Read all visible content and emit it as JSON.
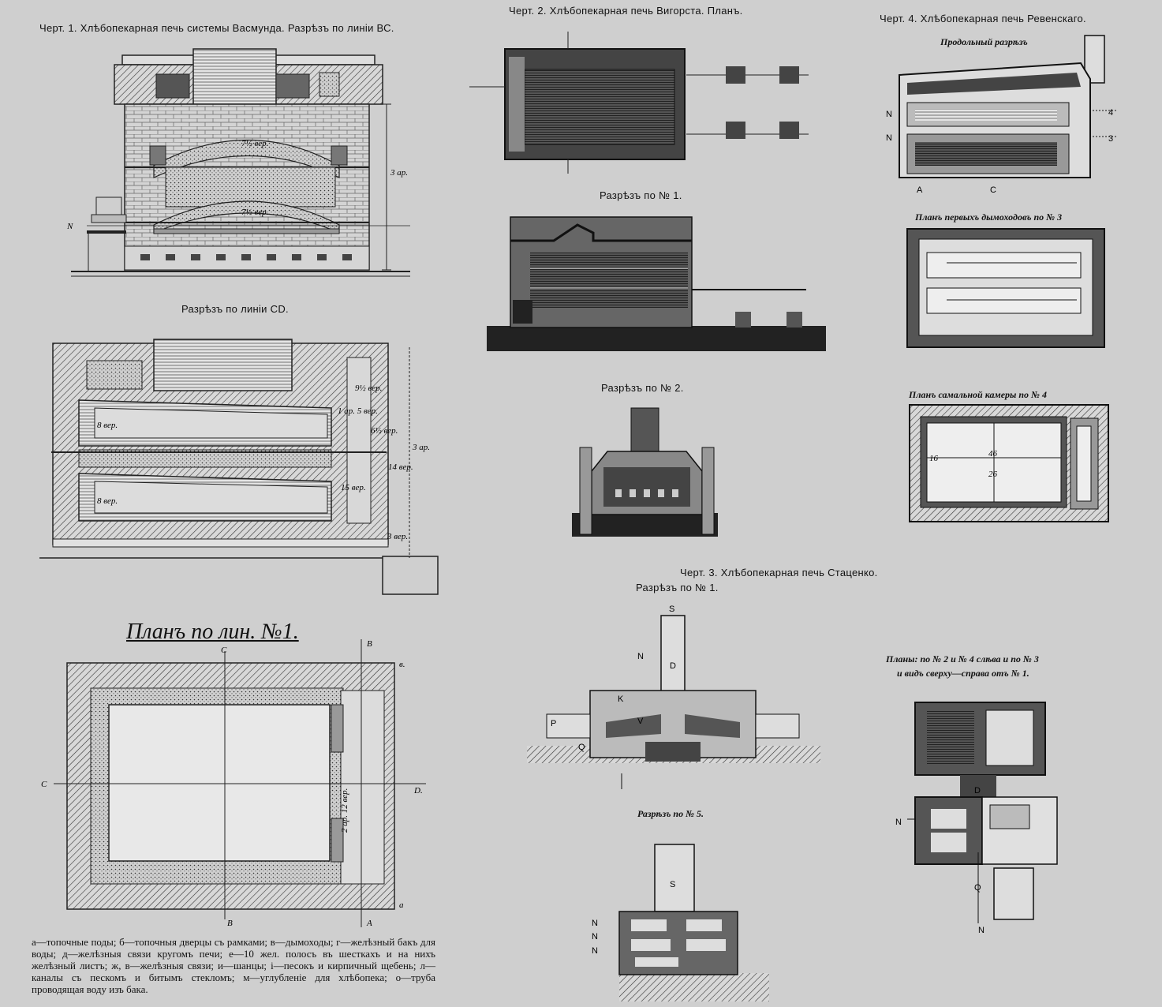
{
  "captions": {
    "fig1_title": "Черт. 1. Хлѣбопекарная печь системы Васмунда. Разрѣзъ по линіи ВС.",
    "fig1_cd": "Разрѣзъ по линіи CD.",
    "fig1_plan": "Планъ по лин. №1.",
    "fig2_title": "Черт. 2. Хлѣбопекарная печь Вигорста. Планъ.",
    "fig2_cut1": "Разрѣзъ по № 1.",
    "fig2_cut2": "Разрѣзъ по № 2.",
    "fig3_title": "Черт. 3. Хлѣбопекарная печь Стаценко.",
    "fig3_cut1": "Разрѣзъ по № 1.",
    "fig3_cut5": "Разрѣзъ по № 5.",
    "fig3_plans_1": "Планы: по № 2 и № 4 слѣва и по № 3",
    "fig3_plans_2": "и видъ сверху—справа отъ № 1.",
    "fig4_title": "Черт. 4. Хлѣбопекарная печь Ревенскаго.",
    "fig4_long": "Продольный разрѣзъ",
    "fig4_plan3": "Планъ первыхъ дымоходовъ по № 3",
    "fig4_plan4": "Планъ самальной камеры по № 4"
  },
  "labels": {
    "fig1_front_height": "3 ар.",
    "fig1_front_arch1": "7½ вер.",
    "fig1_front_arch2": "7½ вер.",
    "fig1_front_N": "N",
    "fig1_cd_1": "9½ вер.",
    "fig1_cd_2": "1 ар. 5 вер.",
    "fig1_cd_3": "6½ вер.",
    "fig1_cd_4": "14 вер.",
    "fig1_cd_5": "15 вер.",
    "fig1_cd_6": "8 вер.",
    "fig1_cd_7": "3 ар.",
    "fig1_cd_8": "8 вер.",
    "fig1_cd_9": "3 вер.",
    "fig1_plan_dim": "2 ар. 12 вер.",
    "fig1_plan_B": "В",
    "fig1_plan_C": "С",
    "fig1_plan_D": "D.",
    "fig1_plan_A": "А",
    "fig1_plan_b": "в.",
    "fig1_plan_a": "а",
    "fig3_S": "S",
    "fig3_D": "D",
    "fig3_N": "N",
    "fig3_K": "K",
    "fig3_V": "V",
    "fig3_Q": "Q",
    "fig3_P": "P",
    "fig4_N": "N",
    "fig4_A": "A",
    "fig4_C": "C",
    "fig4_4": "4",
    "fig4_3": "3",
    "fig4_dim": "46",
    "fig4_dim2": "26",
    "fig4_dim3": "16"
  },
  "legend": "а—топочные поды; б—топочныя дверцы съ рамками; в—дымоходы; г—желѣзный бакъ для воды; д—желѣзныя связи кругомъ печи; е—10 жел. полосъ въ шесткахъ и на нихъ желѣзный листъ; ж, в—желѣзныя связи; и—шанцы; і—песокъ и кирпичный щебень; л—каналы съ пескомъ и битымъ стекломъ; м—углубленіе для хлѣбопека; о—труба проводящая воду изъ бака."
}
